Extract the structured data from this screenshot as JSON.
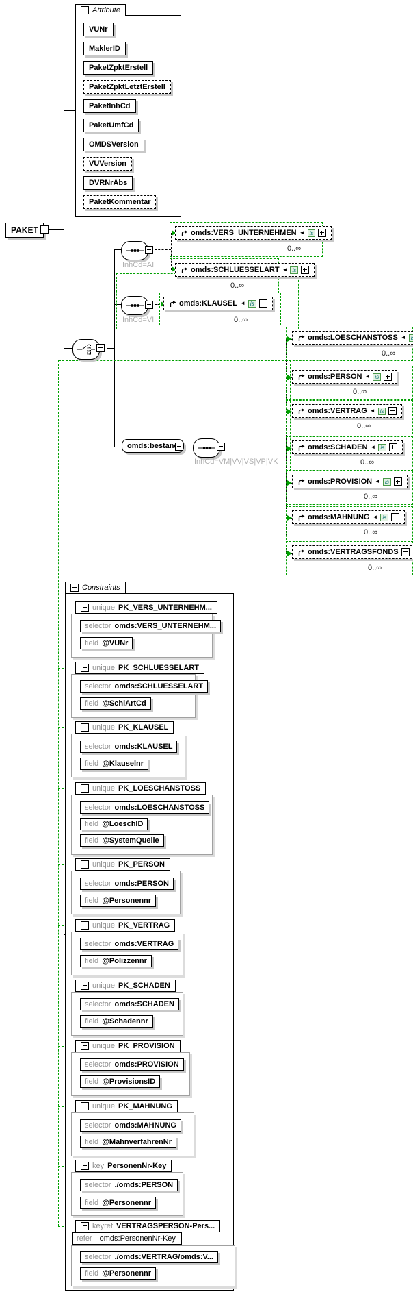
{
  "root": {
    "label": "PAKET"
  },
  "attributes": {
    "title": "Attribute",
    "items": [
      {
        "label": "VUNr"
      },
      {
        "label": "MaklerID"
      },
      {
        "label": "PaketZpktErstell"
      },
      {
        "label": "PaketZpktLetztErstell"
      },
      {
        "label": "PaketInhCd"
      },
      {
        "label": "PaketUmfCd"
      },
      {
        "label": "OMDSVersion"
      },
      {
        "label": "VUVersion"
      },
      {
        "label": "DVRNrAbs"
      },
      {
        "label": "PaketKommentar"
      }
    ]
  },
  "connectors": {
    "seq_ai": "InhCd=AI",
    "seq_vi": "InhCd=VI",
    "seq_bestand": "InhCd=VM|VV|VS|VP|VK"
  },
  "icons": {
    "is_badge": "is"
  },
  "elements": {
    "vers": {
      "label": "omds:VERS_UNTERNEHMEN",
      "occurs": "0..∞"
    },
    "schluesselart": {
      "label": "omds:SCHLUESSELART",
      "occurs": "0..∞"
    },
    "klausel": {
      "label": "omds:KLAUSEL",
      "occurs": "0..∞"
    },
    "bestand": {
      "label": "omds:bestand"
    },
    "children": [
      {
        "label": "omds:LOESCHANSTOSS",
        "occurs": "0..∞"
      },
      {
        "label": "omds:PERSON",
        "occurs": "0..∞"
      },
      {
        "label": "omds:VERTRAG",
        "occurs": "0..∞"
      },
      {
        "label": "omds:SCHADEN",
        "occurs": "0..∞"
      },
      {
        "label": "omds:PROVISION",
        "occurs": "0..∞"
      },
      {
        "label": "omds:MAHNUNG",
        "occurs": "0..∞"
      },
      {
        "label": "omds:VERTRAGSFONDS",
        "occurs": "0..∞"
      }
    ]
  },
  "constraints": {
    "title": "Constraints",
    "items": [
      {
        "kind": "unique",
        "name": "PK_VERS_UNTERNEHM...",
        "rows": [
          {
            "kw": "selector",
            "value": "omds:VERS_UNTERNEHM..."
          },
          {
            "kw": "field",
            "value": "@VUNr"
          }
        ]
      },
      {
        "kind": "unique",
        "name": "PK_SCHLUESSELART",
        "rows": [
          {
            "kw": "selector",
            "value": "omds:SCHLUESSELART"
          },
          {
            "kw": "field",
            "value": "@SchlArtCd"
          }
        ]
      },
      {
        "kind": "unique",
        "name": "PK_KLAUSEL",
        "rows": [
          {
            "kw": "selector",
            "value": "omds:KLAUSEL"
          },
          {
            "kw": "field",
            "value": "@Klauselnr"
          }
        ]
      },
      {
        "kind": "unique",
        "name": "PK_LOESCHANSTOSS",
        "rows": [
          {
            "kw": "selector",
            "value": "omds:LOESCHANSTOSS"
          },
          {
            "kw": "field",
            "value": "@LoeschID"
          },
          {
            "kw": "field",
            "value": "@SystemQuelle"
          }
        ]
      },
      {
        "kind": "unique",
        "name": "PK_PERSON",
        "rows": [
          {
            "kw": "selector",
            "value": "omds:PERSON"
          },
          {
            "kw": "field",
            "value": "@Personennr"
          }
        ]
      },
      {
        "kind": "unique",
        "name": "PK_VERTRAG",
        "rows": [
          {
            "kw": "selector",
            "value": "omds:VERTRAG"
          },
          {
            "kw": "field",
            "value": "@Polizzennr"
          }
        ]
      },
      {
        "kind": "unique",
        "name": "PK_SCHADEN",
        "rows": [
          {
            "kw": "selector",
            "value": "omds:SCHADEN"
          },
          {
            "kw": "field",
            "value": "@Schadennr"
          }
        ]
      },
      {
        "kind": "unique",
        "name": "PK_PROVISION",
        "rows": [
          {
            "kw": "selector",
            "value": "omds:PROVISION"
          },
          {
            "kw": "field",
            "value": "@ProvisionsID"
          }
        ]
      },
      {
        "kind": "unique",
        "name": "PK_MAHNUNG",
        "rows": [
          {
            "kw": "selector",
            "value": "omds:MAHNUNG"
          },
          {
            "kw": "field",
            "value": "@MahnverfahrenNr"
          }
        ]
      },
      {
        "kind": "key",
        "name": "PersonenNr-Key",
        "rows": [
          {
            "kw": "selector",
            "value": "./omds:PERSON"
          },
          {
            "kw": "field",
            "value": "@Personennr"
          }
        ]
      },
      {
        "kind": "keyref",
        "name": "VERTRAGSPERSON-Pers...",
        "refer_kw": "refer",
        "refer_value": "omds:PersonenNr-Key",
        "rows": [
          {
            "kw": "selector",
            "value": "./omds:VERTRAG/omds:V..."
          },
          {
            "kw": "field",
            "value": "@Personennr"
          }
        ]
      }
    ]
  }
}
